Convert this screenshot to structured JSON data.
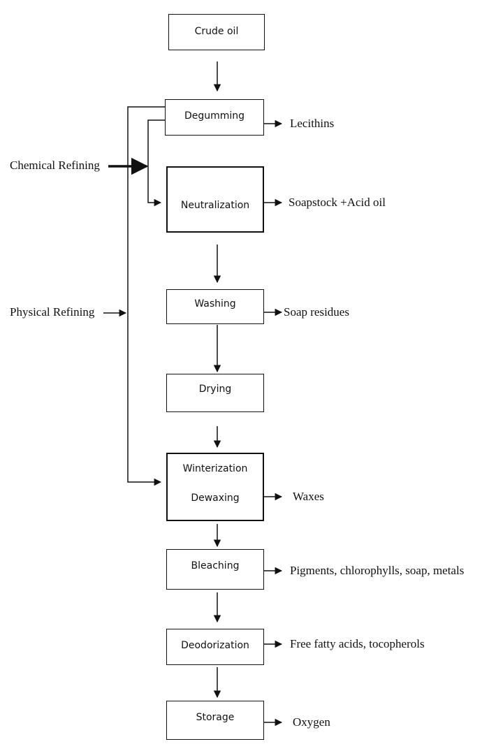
{
  "steps": {
    "crude_oil": "Crude oil",
    "degumming": "Degumming",
    "neutralization": "Neutralization",
    "washing": "Washing",
    "drying": "Drying",
    "winterization": "Winterization",
    "dewaxing": "Dewaxing",
    "bleaching": "Bleaching",
    "deodorization": "Deodorization",
    "storage": "Storage"
  },
  "outputs": {
    "degumming": "Lecithins",
    "neutralization": "Soapstock +Acid oil",
    "washing": "Soap residues",
    "winterization": "Waxes",
    "bleaching": "Pigments, chlorophylls, soap, metals",
    "deodorization": "Free fatty acids, tocopherols",
    "storage": "Oxygen"
  },
  "routes": {
    "chemical": "Chemical Refining",
    "physical": "Physical Refining"
  }
}
